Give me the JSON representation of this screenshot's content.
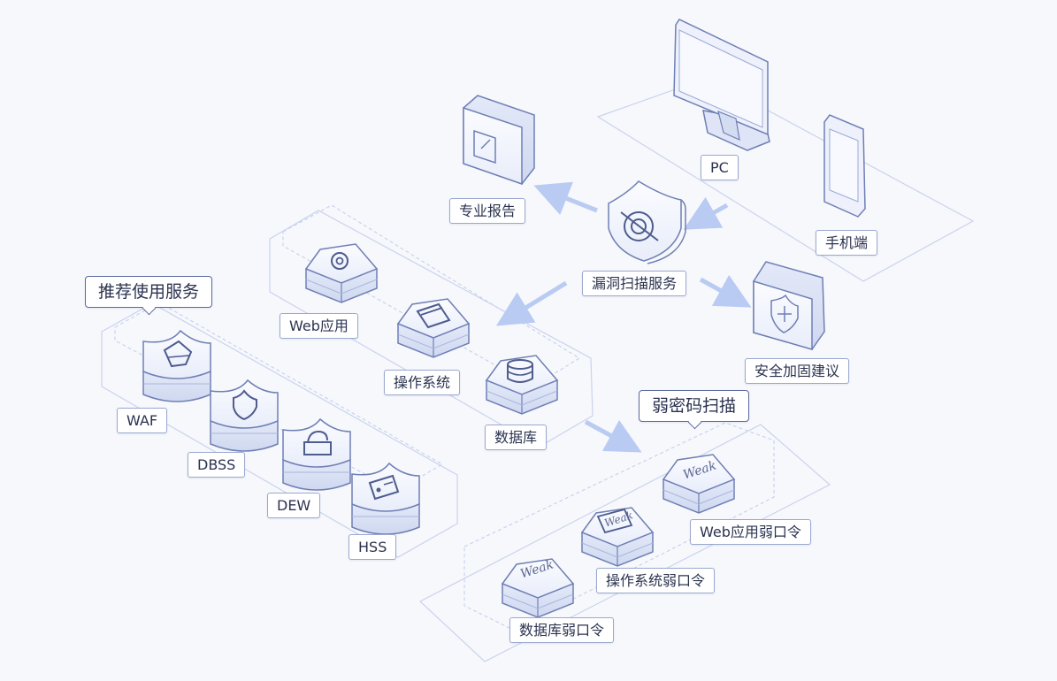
{
  "labels": {
    "pc": "PC",
    "mobile": "手机端",
    "report": "专业报告",
    "scan_service": "漏洞扫描服务",
    "advice": "安全加固建议",
    "web_app": "Web应用",
    "os": "操作系统",
    "database": "数据库",
    "recommend": "推荐使用服务",
    "waf": "WAF",
    "dbss": "DBSS",
    "dew": "DEW",
    "hss": "HSS",
    "weak_password_scan": "弱密码扫描",
    "web_weak": "Web应用弱口令",
    "os_weak": "操作系统弱口令",
    "db_weak": "数据库弱口令",
    "weak_tag": "Weak"
  },
  "icons": [
    "monitor-icon",
    "phone-icon",
    "report-icon",
    "scan-shield-icon",
    "shield-plus-icon",
    "gear-icon",
    "window-icon",
    "database-icon",
    "waf-shield-icon",
    "dbss-shield-icon",
    "dew-lock-icon",
    "hss-card-icon"
  ],
  "colors": {
    "accent": "#5a6aa0",
    "arrow": "#b9cbf2",
    "box_line": "#c9d3ee",
    "device": "#e9edf9"
  }
}
